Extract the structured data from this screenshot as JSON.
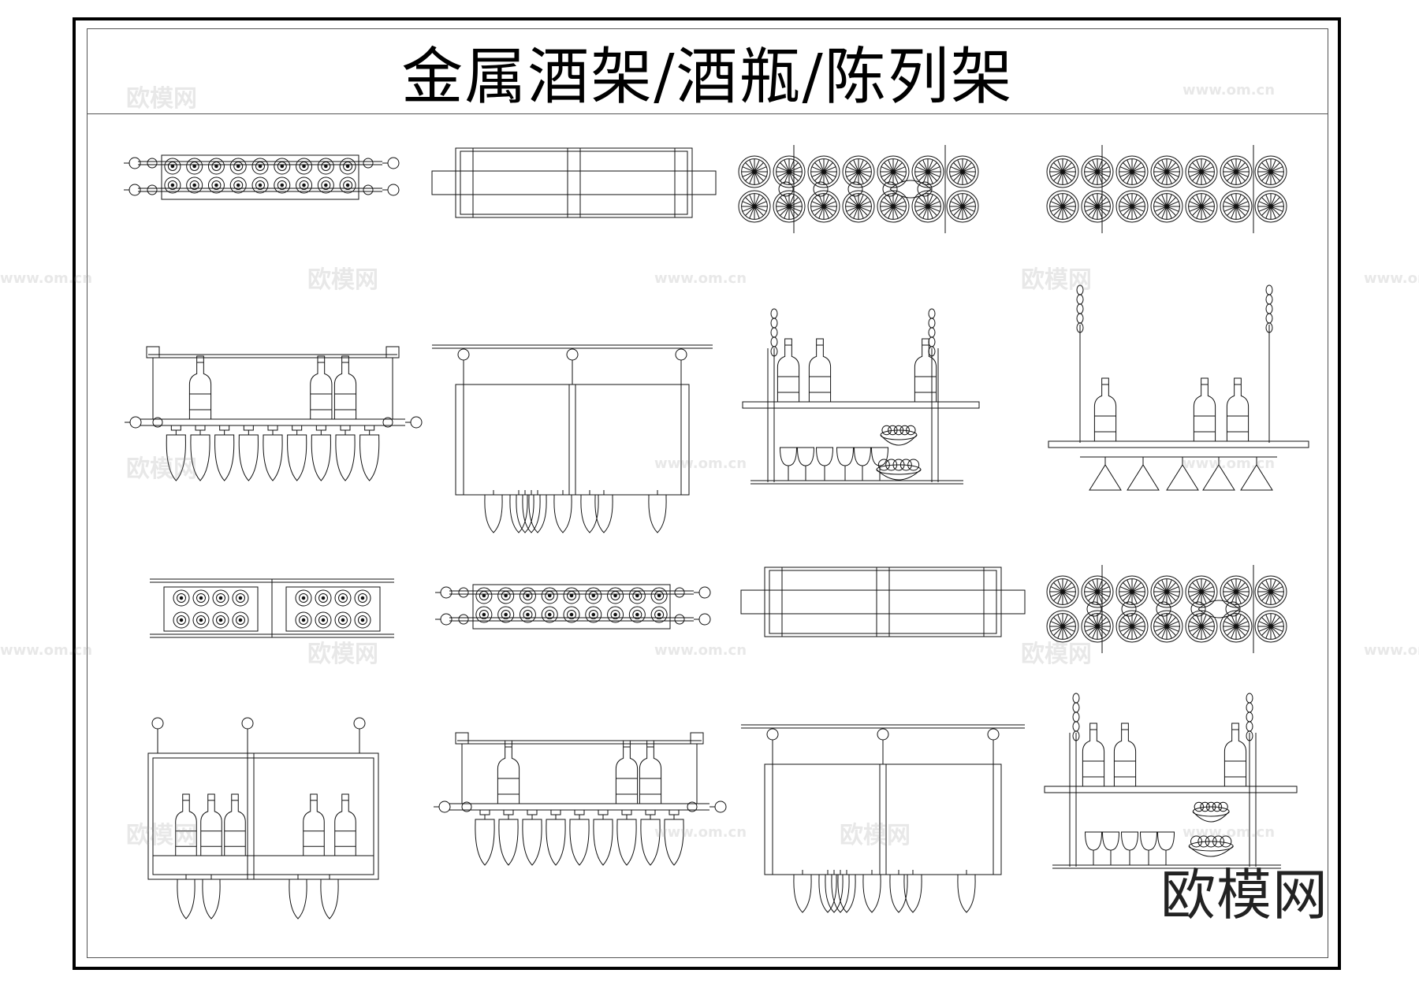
{
  "title": "金属酒架/酒瓶/陈列架",
  "brand": "欧模网",
  "watermark_cn": "欧模网",
  "watermark_url": "www.om.cn",
  "drawings": [
    {
      "row": 1,
      "col": 1,
      "kind": "wall-bottle-rack-top"
    },
    {
      "row": 1,
      "col": 2,
      "kind": "box-shelf-top"
    },
    {
      "row": 1,
      "col": 3,
      "kind": "wheel-rack-top"
    },
    {
      "row": 1,
      "col": 4,
      "kind": "wheel-rack-top-2"
    },
    {
      "row": 2,
      "col": 1,
      "kind": "rail-rack-glasses"
    },
    {
      "row": 2,
      "col": 2,
      "kind": "hanging-panel-rack"
    },
    {
      "row": 2,
      "col": 3,
      "kind": "chain-shelf-bottles-glasses"
    },
    {
      "row": 2,
      "col": 4,
      "kind": "chain-shelf-bottles-cones"
    },
    {
      "row": 3,
      "col": 1,
      "kind": "double-bottle-rack-top"
    },
    {
      "row": 3,
      "col": 2,
      "kind": "wall-bottle-rack-top"
    },
    {
      "row": 3,
      "col": 3,
      "kind": "box-shelf-top"
    },
    {
      "row": 3,
      "col": 4,
      "kind": "wheel-rack-top"
    },
    {
      "row": 4,
      "col": 1,
      "kind": "frame-rack-bottles-glasses"
    },
    {
      "row": 4,
      "col": 2,
      "kind": "rail-rack-glasses"
    },
    {
      "row": 4,
      "col": 3,
      "kind": "hanging-panel-rack"
    },
    {
      "row": 4,
      "col": 4,
      "kind": "chain-shelf-bottles-glasses"
    }
  ]
}
